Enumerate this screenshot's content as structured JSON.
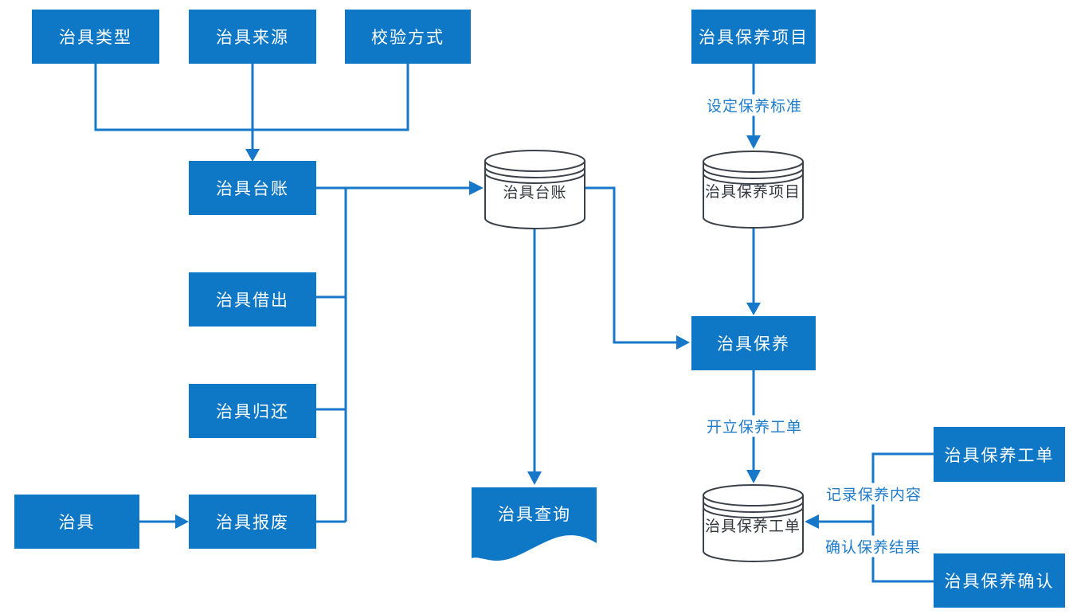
{
  "colors": {
    "box_fill": "#0F78C6",
    "box_text": "#FFFFFF",
    "connector": "#1778C9",
    "edge_label_text": "#1E7BC9",
    "cylinder_stroke": "#3A4148",
    "cylinder_fill": "#FFFFFF",
    "cylinder_text": "#33383D",
    "background": "#FFFFFF"
  },
  "nodes": {
    "fixture_type": {
      "label": "治具类型",
      "shape": "process-box"
    },
    "fixture_source": {
      "label": "治具来源",
      "shape": "process-box"
    },
    "calibration_method": {
      "label": "校验方式",
      "shape": "process-box"
    },
    "fixture_ledger_box": {
      "label": "治具台账",
      "shape": "process-box"
    },
    "fixture_lend": {
      "label": "治具借出",
      "shape": "process-box"
    },
    "fixture_return": {
      "label": "治具归还",
      "shape": "process-box"
    },
    "fixture_scrap": {
      "label": "治具报废",
      "shape": "process-box"
    },
    "fixture": {
      "label": "治具",
      "shape": "process-box"
    },
    "fixture_ledger_db": {
      "label": "治具台账",
      "shape": "database-cylinder"
    },
    "fixture_query_doc": {
      "label": "治具查询",
      "shape": "document"
    },
    "maintenance_item_box": {
      "label": "治具保养项目",
      "shape": "process-box"
    },
    "maintenance_item_db": {
      "label": "治具保养项目",
      "shape": "database-cylinder"
    },
    "fixture_maintenance": {
      "label": "治具保养",
      "shape": "process-box"
    },
    "maintenance_order_db": {
      "label": "治具保养工单",
      "shape": "database-cylinder"
    },
    "maintenance_order_box": {
      "label": "治具保养工单",
      "shape": "process-box"
    },
    "maintenance_confirm_box": {
      "label": "治具保养确认",
      "shape": "process-box"
    }
  },
  "edge_labels": {
    "set_standard": "设定保养标准",
    "create_order": "开立保养工单",
    "record_content": "记录保养内容",
    "confirm_result": "确认保养结果"
  }
}
